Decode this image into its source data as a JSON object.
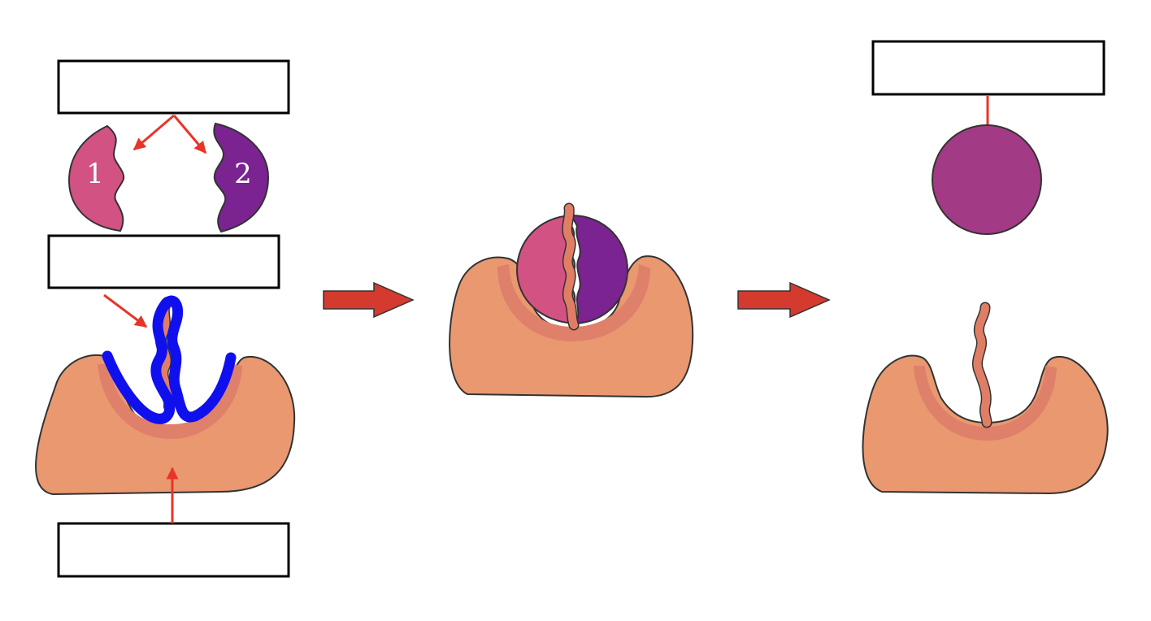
{
  "diagram": {
    "part_labels": {
      "part_one": "1",
      "part_two": "2"
    },
    "label_boxes": [
      {
        "id": "top-left",
        "text": ""
      },
      {
        "id": "middle-left",
        "text": ""
      },
      {
        "id": "bottom-left",
        "text": ""
      },
      {
        "id": "top-right",
        "text": ""
      }
    ],
    "colors": {
      "enzyme_fill": "#e99870",
      "enzyme_rim": "#df806b",
      "substrate_part_one": "#d35284",
      "substrate_part_two": "#7b2390",
      "product": "#a33a86",
      "blue_outline": "#1010ee",
      "pointer_red": "#e8352a",
      "process_arrow": "#d43a2e"
    }
  }
}
